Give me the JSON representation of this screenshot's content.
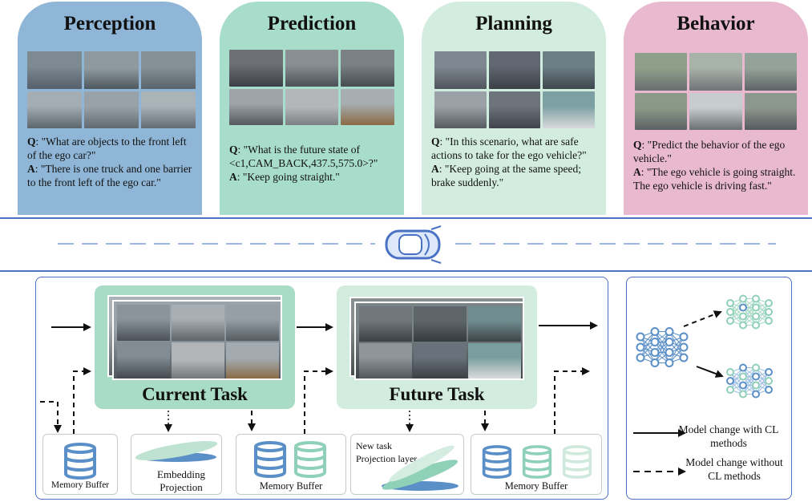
{
  "cards": [
    {
      "title": "Perception",
      "q_prefix": "Q",
      "q_text": ": \"What are objects to the front left of the ego car?\"",
      "a_prefix": "A",
      "a_text": ": \"There is one truck and one barrier to the front left of the ego car.\"",
      "color": "#8fb6d6"
    },
    {
      "title": "Prediction",
      "q_prefix": "Q",
      "q_text": ": \"What is the future state of <c1,CAM_BACK,437.5,575.0>?\"",
      "a_prefix": "A",
      "a_text": ": \"Keep going straight.\"",
      "color": "#a8dccb"
    },
    {
      "title": "Planning",
      "q_prefix": "Q",
      "q_text": ": \"In this scenario, what are safe actions to take for the ego vehicle?\"",
      "a_prefix": "A",
      "a_text": ": \"Keep going at the same speed; brake suddenly.\"",
      "color": "#d3ece0"
    },
    {
      "title": "Behavior",
      "q_prefix": "Q",
      "q_text": ": \"Predict the behavior of the ego vehicle.\"",
      "a_prefix": "A",
      "a_text": ": \"The ego vehicle is going straight. The ego vehicle is driving fast.\"",
      "color": "#e9b9cf"
    }
  ],
  "tasks": {
    "current": "Current Task",
    "future": "Future Task"
  },
  "boxes": {
    "memory_buffer_1": "Memory Buffer",
    "embedding": "Embedding Projection",
    "memory_buffer_2": "Memory Buffer",
    "new_task_line1": "New task",
    "new_task_line2": "Projection layer",
    "memory_buffer_3": "Memory Buffer"
  },
  "legend": {
    "solid": "Model change with CL methods",
    "dashed": "Model change without CL methods"
  },
  "colors": {
    "blue": "#5b8fc7",
    "teal": "#8fd1b8",
    "pale_teal": "#bfe3d3",
    "line": "#4a72c4",
    "task_bg": "#a9dcc6"
  }
}
